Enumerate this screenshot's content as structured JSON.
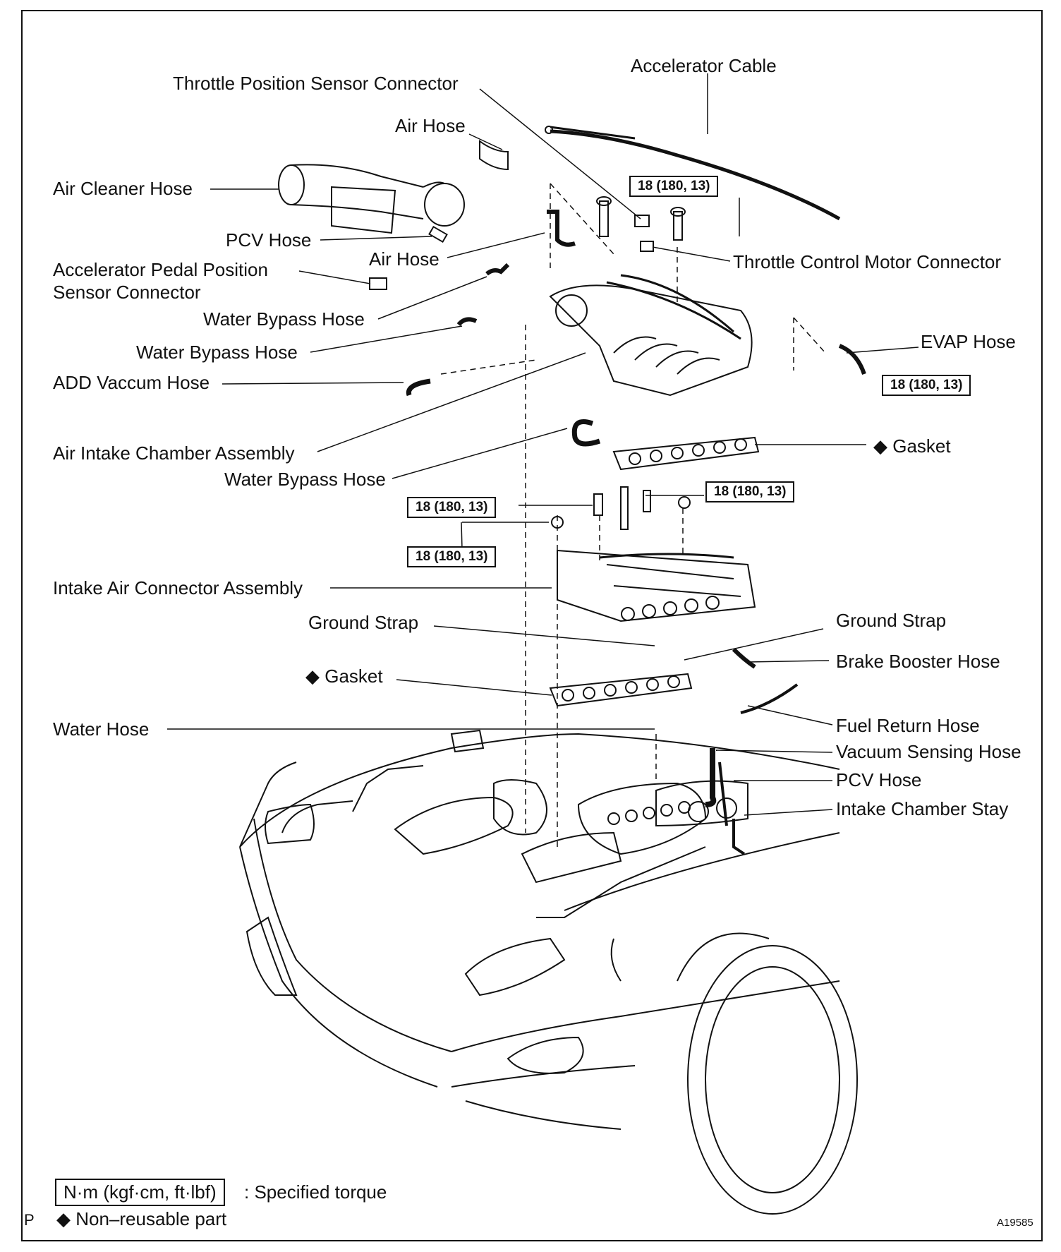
{
  "labels": {
    "accelerator_cable": "Accelerator Cable",
    "throttle_position_sensor_connector": "Throttle Position Sensor Connector",
    "air_hose_top": "Air Hose",
    "air_cleaner_hose": "Air Cleaner Hose",
    "pcv_hose_top": "PCV Hose",
    "air_hose_mid": "Air Hose",
    "throttle_control_motor_connector": "Throttle Control Motor Connector",
    "accelerator_pedal_position_line1": "Accelerator  Pedal  Position",
    "accelerator_pedal_position_line2": "Sensor Connector",
    "water_bypass_hose_1": "Water Bypass Hose",
    "water_bypass_hose_2": "Water Bypass Hose",
    "evap_hose": "EVAP Hose",
    "add_vaccum_hose": "ADD Vaccum Hose",
    "gasket_upper": "Gasket",
    "air_intake_chamber_assembly": "Air Intake Chamber Assembly",
    "water_bypass_hose_3": "Water Bypass Hose",
    "intake_air_connector_assembly": "Intake Air Connector Assembly",
    "ground_strap_left": "Ground Strap",
    "ground_strap_right": "Ground Strap",
    "brake_booster_hose": "Brake Booster Hose",
    "gasket_lower": "Gasket",
    "water_hose": "Water Hose",
    "fuel_return_hose": "Fuel Return Hose",
    "vacuum_sensing_hose": "Vacuum Sensing Hose",
    "pcv_hose_bottom": "PCV Hose",
    "intake_chamber_stay": "Intake Chamber Stay"
  },
  "torque_specs": {
    "top": "18 (180, 13)",
    "evap": "18 (180, 13)",
    "upper_right": "18 (180, 13)",
    "left_upper": "18 (180, 13)",
    "left_lower": "18 (180, 13)"
  },
  "legend": {
    "torque_unit": "N·m (kgf·cm, ft·lbf)",
    "torque_meaning": ": Specified torque",
    "non_reusable": "Non–reusable part",
    "diamond_symbol": "◆"
  },
  "corner_letter": "P",
  "figure_id": "A19585"
}
